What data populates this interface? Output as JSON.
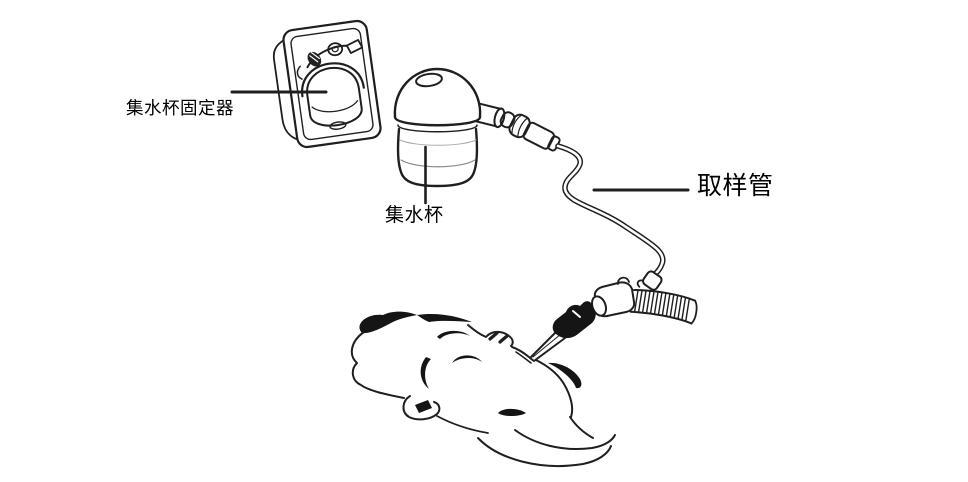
{
  "diagram": {
    "background_color": "#ffffff",
    "line_color": "#1f1f1f",
    "labels": [
      {
        "part": "water-trap-holder",
        "text": "集水杯固定器"
      },
      {
        "part": "water-trap",
        "text": "集水杯"
      },
      {
        "part": "sampling-line",
        "text": "取样管"
      }
    ],
    "illustrations": [
      "water-trap-holder",
      "water-trap",
      "sampling-line-with-connector",
      "airway-elbow-adapter",
      "corrugated-breathing-tube",
      "endotracheal-tube",
      "patient-head"
    ]
  }
}
